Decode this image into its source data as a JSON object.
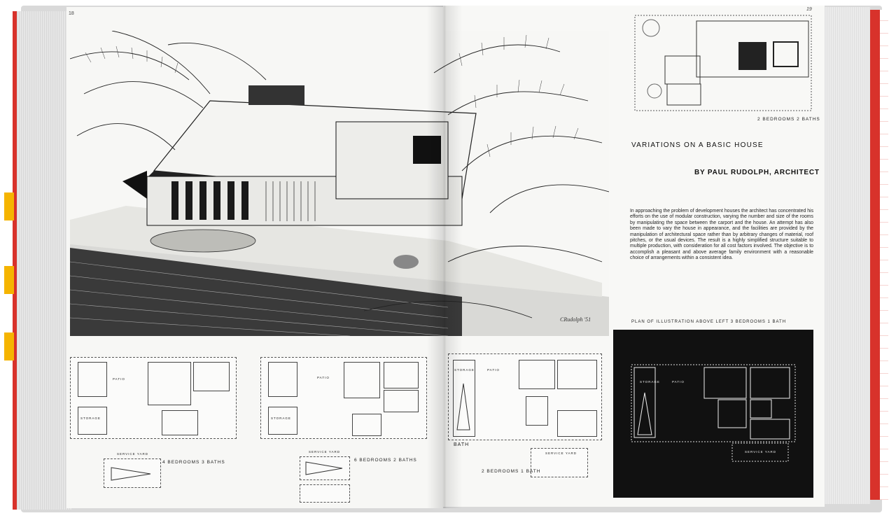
{
  "left_page": {
    "folio": "18",
    "signature": "CRudolph '51",
    "plans": [
      {
        "caption": "4 BEDROOMS   3 BATHS",
        "service_yard": "SERVICE YARD",
        "storage": "STORAGE",
        "patio": "PATIO"
      },
      {
        "caption": "6 BEDROOMS   2 BATHS",
        "service_yard": "SERVICE YARD",
        "storage": "STORAGE",
        "patio": "PATIO"
      }
    ]
  },
  "right_page": {
    "folio": "19",
    "top_plan_caption": "2 BEDROOMS   2 BATHS",
    "headline": "VARIATIONS ON A BASIC HOUSE",
    "byline": "BY PAUL RUDOLPH, ARCHITECT",
    "body": "In approaching the problem of development houses the architect has concentrated his efforts on the use of modular construction, varying the number and size of the rooms by manipulating the space between the carport and the house. An attempt has also been made to vary the house in appearance, and the facilities are provided by the manipulation of architectural space rather than by arbitrary changes of material, roof pitches, or the usual devices. The result is a highly simplified structure suitable to multiple production, with consideration for all cost factors involved. The objective is to accomplish a pleasant and above average family environment with a reasonable choice of arrangements within a consistent idea.",
    "plan_illustration_caption": "PLAN OF ILLUSTRATION ABOVE LEFT    3 BEDROOMS    1 BATH",
    "bottom_plan": {
      "caption": "2 BEDROOMS   1 BATH",
      "bath_label": "BATH",
      "service_yard": "SERVICE YARD",
      "storage": "STORAGE",
      "patio": "PATIO"
    },
    "black_plan": {
      "service_yard": "SERVICE YARD",
      "storage": "STORAGE",
      "patio": "PATIO"
    }
  }
}
